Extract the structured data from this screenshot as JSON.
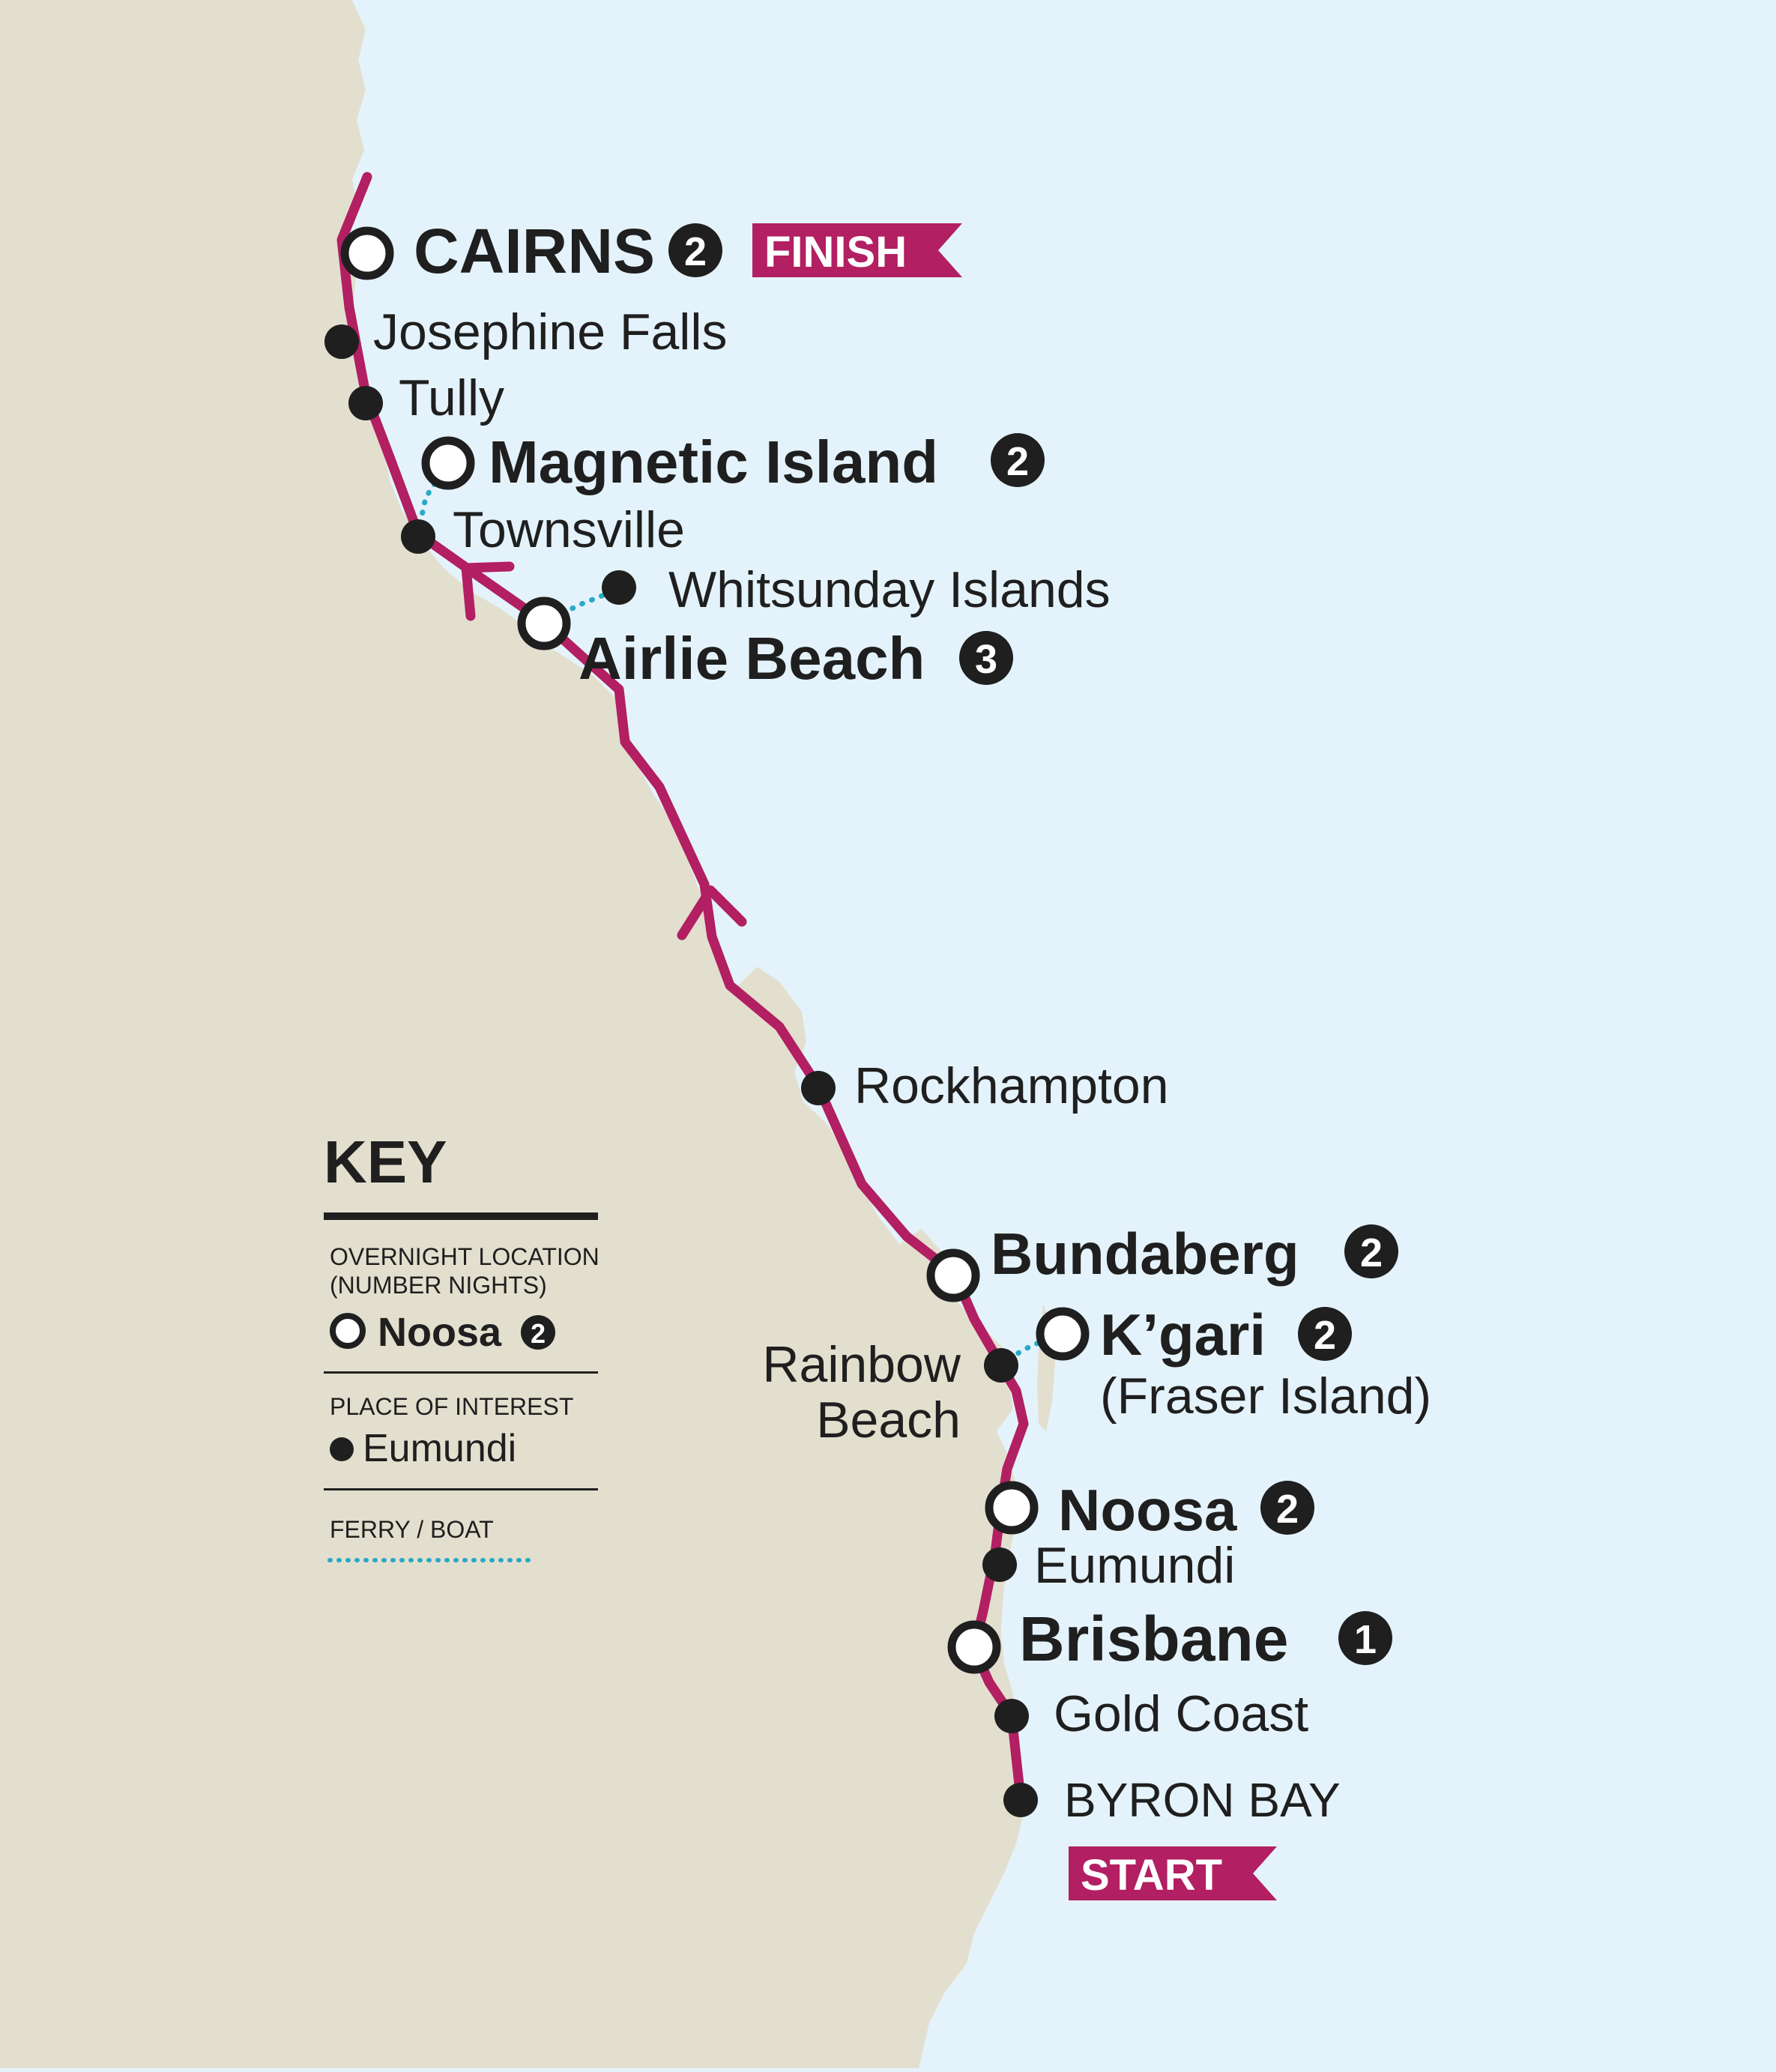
{
  "colors": {
    "land": "#e3dfcf",
    "sea": "#e4f3fb",
    "route": "#b21f62",
    "ferry": "#2aa9c6",
    "ink": "#1f1f1f",
    "flag": "#b21f62"
  },
  "flags": {
    "finish": "FINISH",
    "start": "START"
  },
  "overnight": {
    "cairns": {
      "name": "CAIRNS",
      "nights": "2"
    },
    "magnetic": {
      "name": "Magnetic Island",
      "nights": "2"
    },
    "airlie": {
      "name": "Airlie Beach",
      "nights": "3"
    },
    "bundaberg": {
      "name": "Bundaberg",
      "nights": "2"
    },
    "kgari": {
      "name": "K’gari",
      "nights": "2",
      "sub": "(Fraser Island)"
    },
    "noosa": {
      "name": "Noosa",
      "nights": "2"
    },
    "brisbane": {
      "name": "Brisbane",
      "nights": "1"
    }
  },
  "places": {
    "josephine": "Josephine Falls",
    "tully": "Tully",
    "townsville": "Townsville",
    "whitsunday": "Whitsunday Islands",
    "rockhampton": "Rockhampton",
    "rainbow_1": "Rainbow",
    "rainbow_2": "Beach",
    "eumundi": "Eumundi",
    "gold_coast": "Gold Coast",
    "byron": "BYRON BAY"
  },
  "key": {
    "title": "KEY",
    "overnight_line1": "OVERNIGHT LOCATION",
    "overnight_line2": "(NUMBER NIGHTS)",
    "overnight_example": "Noosa",
    "overnight_example_nights": "2",
    "poi_title": "PLACE OF INTEREST",
    "poi_example": "Eumundi",
    "ferry_title": "FERRY / BOAT"
  }
}
